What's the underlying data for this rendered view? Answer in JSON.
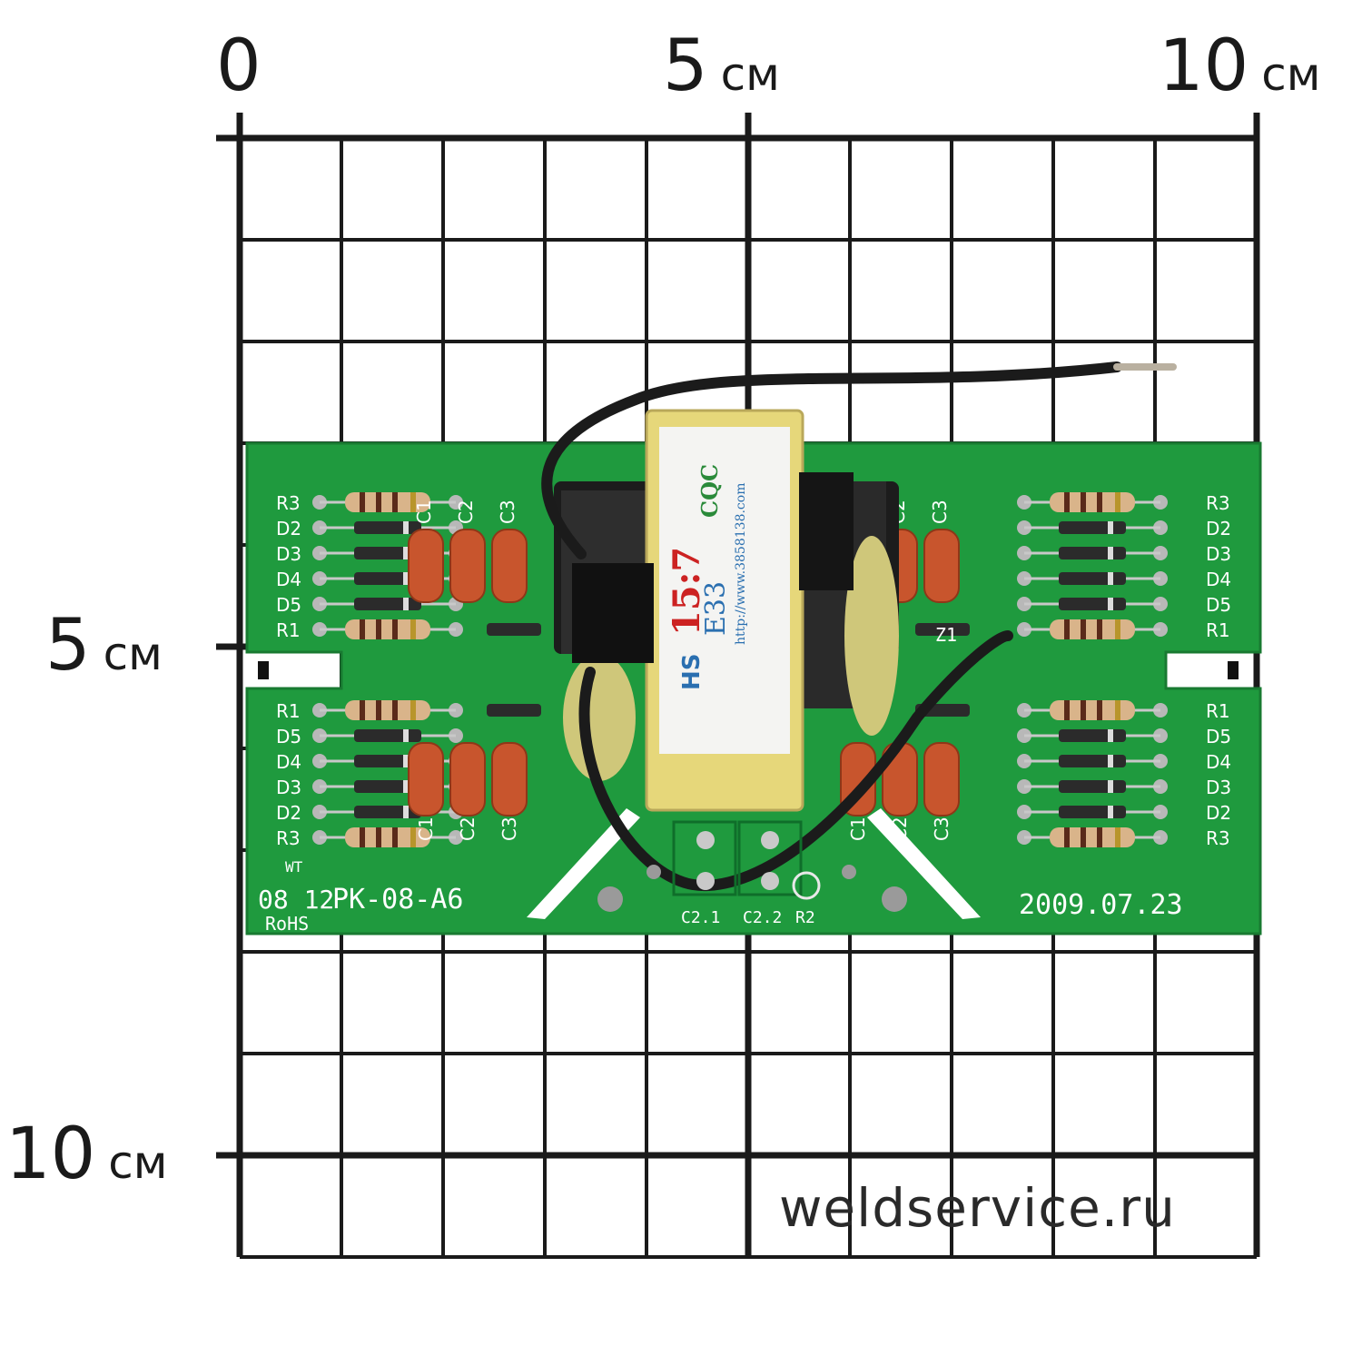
{
  "ruler": {
    "top": [
      {
        "num": "0",
        "unit": ""
      },
      {
        "num": "5",
        "unit": "см"
      },
      {
        "num": "10",
        "unit": "см"
      }
    ],
    "left": [
      {
        "num": "5",
        "unit": "см"
      },
      {
        "num": "10",
        "unit": "см"
      }
    ]
  },
  "watermark": "weldservice.ru",
  "board": {
    "model": "PK-08-A6",
    "code": "08 12",
    "rohs": "RoHS",
    "wt": "WT",
    "date": "2009.07.23",
    "bottom_labels": [
      "C2.1",
      "C2.2",
      "R2"
    ],
    "left_top_labels": [
      "R3",
      "D2",
      "D3",
      "D4",
      "D5",
      "R1"
    ],
    "left_bottom_labels": [
      "R1",
      "D5",
      "D4",
      "D3",
      "D2",
      "R3"
    ],
    "right_top_labels": [
      "R3",
      "D2",
      "D3",
      "D4",
      "D5",
      "R1"
    ],
    "right_bottom_labels": [
      "R1",
      "D5",
      "D4",
      "D3",
      "D2",
      "R3"
    ],
    "cap_labels": [
      "C1",
      "C2",
      "C3"
    ],
    "zener_label": "Z1"
  },
  "transformer_label": {
    "ratio": "15:7",
    "core": "E33",
    "brand": "CQC",
    "url": "http://www.3858138.com",
    "logo": "HS"
  },
  "colors": {
    "pcb": "#1f9a3e",
    "grid": "#1a1a1a",
    "capacitor": "#c8552d",
    "resistor": "#d9b48a",
    "transformer_bobbin": "#e6d77a"
  }
}
